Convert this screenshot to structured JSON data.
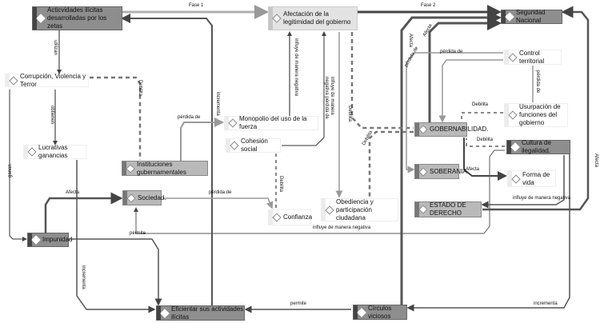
{
  "nodes": {
    "actividades": "Acticvidades ilícitas desarrolladas por los zetas",
    "afectacion": "Afectación de la legitimidad del gobierno",
    "seguridad": "Seguridad Nacional",
    "corrupcion": "Corrupción, Violencia y Terror",
    "control": "Control territorial",
    "monopolio": "Monopolio del uso de la fuerza",
    "usurpacion": "Usurpación de funciones del gobierno",
    "gobernabilidad": "GOBERNABILIDAD.",
    "cohesion": "Cohesión social",
    "lucrativas": "Lucrativas ganancias",
    "cultura": "Cultura de ilegalidad.",
    "instituciones": "Instituciones gubernamentales",
    "soberania": "SOBERANIA",
    "forma": "Forma de vida",
    "sociedad": "Sociedad.",
    "obediencia": "Obediencia y participación ciudadana",
    "estado": "ESTADO DE DERECHO",
    "confianza": "Confianza",
    "impunidad": "Impunidad",
    "eficientar": "Eficientar sus actividades ilícitas",
    "circulos": "Círculos viciosos"
  },
  "edge_labels": {
    "fase1": "Fase 1",
    "fase2": "Fase 2",
    "utilizan": "utilizan",
    "obtienen": "obtienen",
    "debilita_corr": "Debilita",
    "incrementa_top": "incrementa",
    "perdida_inst": "pérdida de",
    "influye_mono": "influye de manera negativa",
    "influye_perdida": "influye de manera negativa pérdida de",
    "debilita_af1": "Debilita",
    "debilita_af2": "Debilita",
    "afecta_seg1": "Afecta",
    "perdida_sob": "pérdida de",
    "afecta_seg2": "Afecta",
    "perdida_ctrl": "pérdida de",
    "perdida_usur": "pérdida de",
    "debilita_usur": "Debilita",
    "debilita_cult": "Debilita",
    "afecta_forma": "Afecta",
    "influye_estado": "influye de manera negativa",
    "afecta_right": "Afecta",
    "ganan": "ganan",
    "afecta_soc": "Afecta",
    "perdida_conf": "pérdida de",
    "debilita_conf": "Debilita",
    "permite_soc": "permite",
    "influye_bottom": "influye de manera negativa",
    "incrementa_left": "incrementa",
    "permite_ef": "permite",
    "incrementa_circ": "incrementa"
  },
  "colors": {
    "dark": "#8e8e8e",
    "medium": "#b9b9b9",
    "light": "#e3e3e3",
    "edge_dark": "#555555",
    "edge_light": "#a8a8a8"
  }
}
